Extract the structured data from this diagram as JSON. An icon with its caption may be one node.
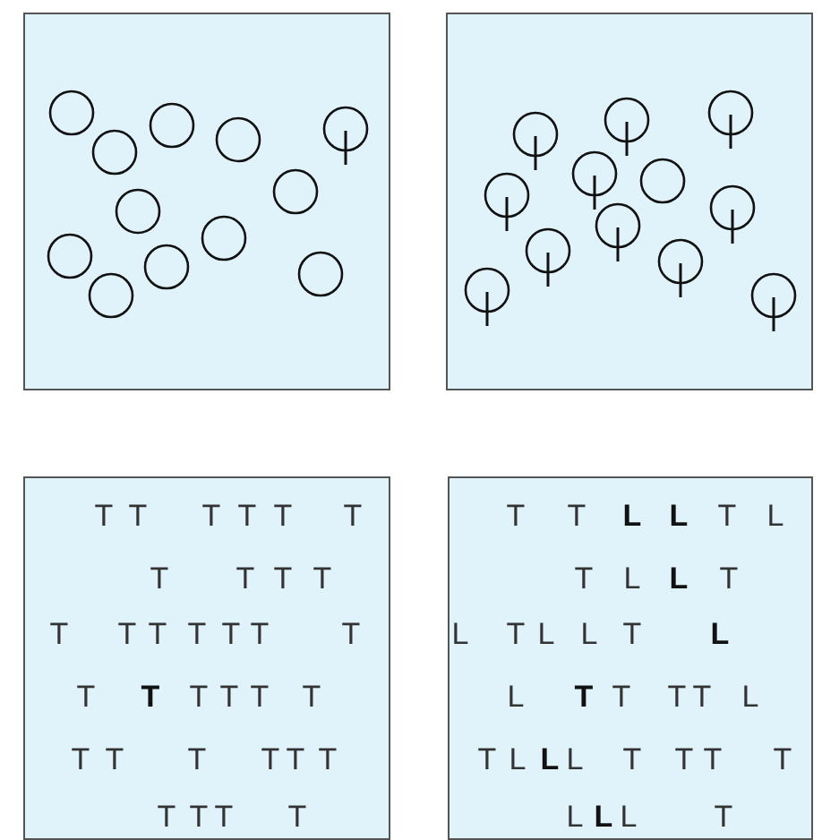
{
  "diagram": {
    "nodes": [
      {
        "text": [],
        "shape": "box"
      },
      {
        "text": [],
        "shape": "box"
      },
      {
        "text": [
          "T",
          "T",
          "T",
          "T",
          "T",
          "T",
          "T",
          "T",
          "T",
          "T",
          "T",
          "T",
          "T",
          "T",
          "T",
          "T",
          "T",
          "T",
          "T",
          "T",
          "T",
          "T",
          "T",
          "T",
          "T",
          "T",
          "T",
          "T",
          "T",
          "T",
          "T",
          "T",
          "T"
        ]
      },
      {
        "text": [
          "T",
          "T",
          "L",
          "L",
          "T",
          "L",
          "T",
          "L",
          "L",
          "T",
          "L",
          "T",
          "L",
          "L",
          "T",
          "L",
          "L",
          "T",
          "T",
          "T",
          "T",
          "L",
          "T",
          "L",
          "L",
          "L",
          "T",
          "T",
          "T",
          "T",
          "L",
          "L",
          "L",
          "T"
        ]
      }
    ]
  }
}
